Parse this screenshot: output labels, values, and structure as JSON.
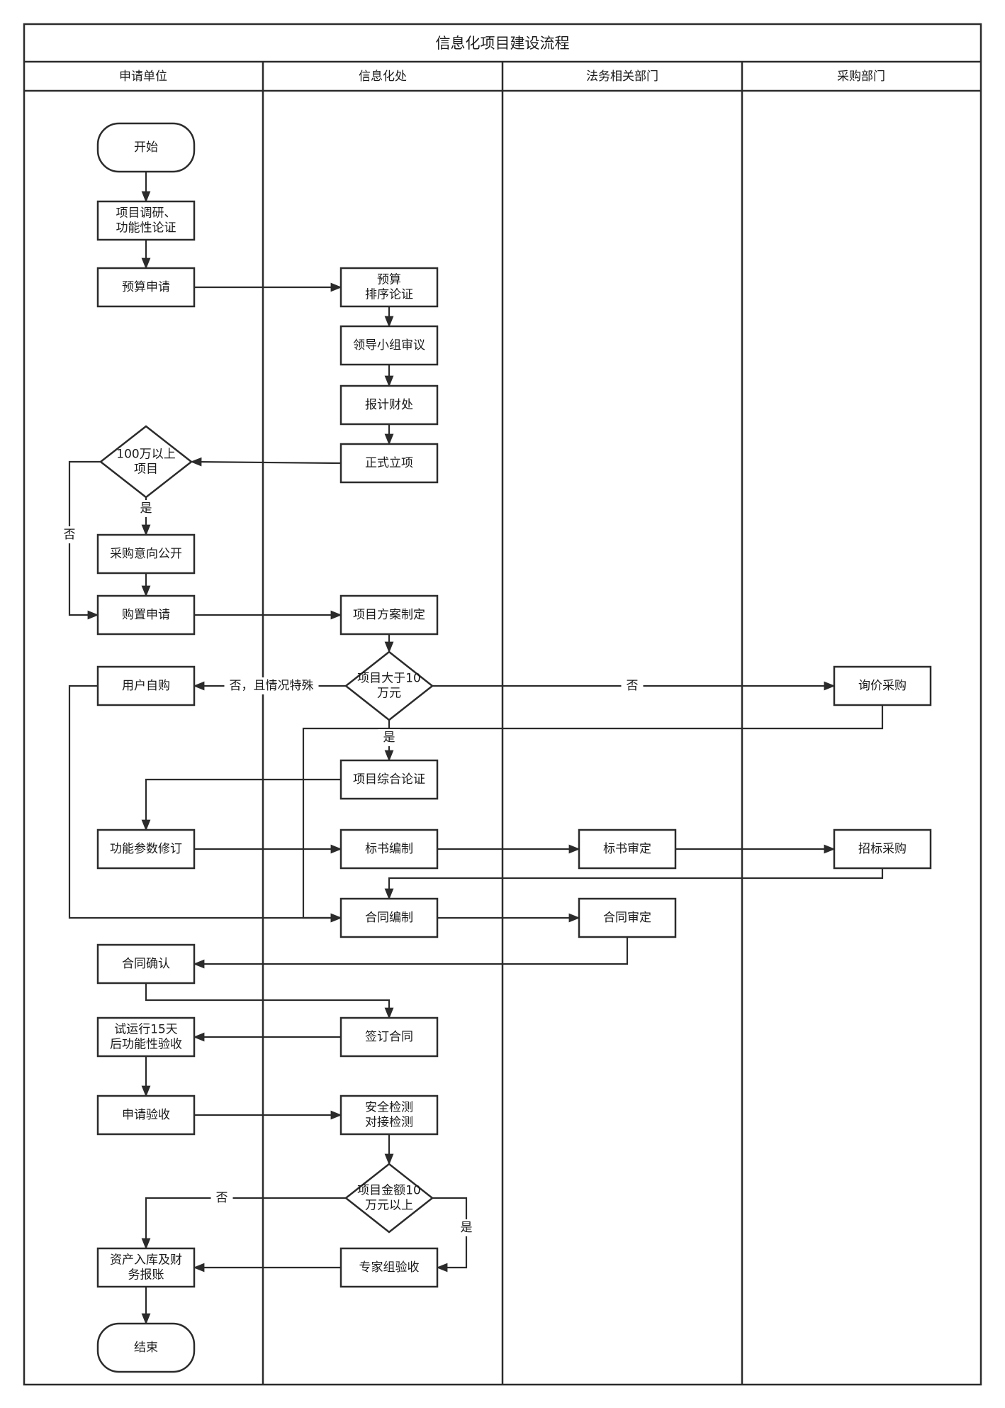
{
  "title": "信息化项目建设流程",
  "lanes": [
    "申请单位",
    "信息化处",
    "法务相关部门",
    "采购部门"
  ],
  "nodes": {
    "start": "开始",
    "research": "项目调研、\n功能性论证",
    "budget_apply": "预算申请",
    "budget_sort": "预算\n排序论证",
    "leader_review": "领导小组审议",
    "report_finance": "报计财处",
    "formal_setup": "正式立项",
    "over_100w": "100万以上\n项目",
    "intent_public": "采购意向公开",
    "purchase_apply": "购置申请",
    "plan_make": "项目方案制定",
    "over_10w": "项目大于10\n万元",
    "self_buy": "用户自购",
    "inquiry_buy": "询价采购",
    "comprehensive": "项目综合论证",
    "param_revise": "功能参数修订",
    "bid_compile": "标书编制",
    "bid_review": "标书审定",
    "tender_buy": "招标采购",
    "contract_compile": "合同编制",
    "contract_review": "合同审定",
    "contract_confirm": "合同确认",
    "sign_contract": "签订合同",
    "trial_accept": "试运行15天\n后功能性验收",
    "apply_accept": "申请验收",
    "security_test": "安全检测\n对接检测",
    "amount_10w": "项目金额10\n万元以上",
    "expert_accept": "专家组验收",
    "asset_finance": "资产入库及财\n务报账",
    "end": "结束"
  },
  "edge_labels": {
    "yes": "是",
    "no": "否",
    "no_special": "否，且情况特殊"
  }
}
